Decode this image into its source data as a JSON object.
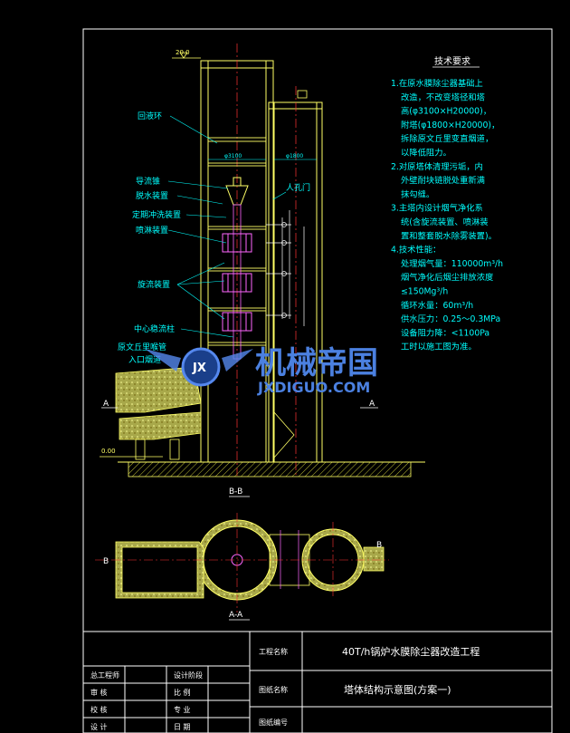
{
  "tech": {
    "title": "技术要求",
    "lines": [
      "1.在原水膜除尘器基础上",
      "改造，不改变塔径和塔",
      "高(φ3100×H20000)，",
      "附塔(φ1800×H20000)，",
      "拆除原文丘里变直烟道，",
      "以降低阻力。",
      "2.对原塔体清理污垢，内",
      "外壁耐块链脱处重新满",
      "抹勾缝。",
      "3.主塔内设计烟气净化系",
      "统(含旋流装置、喷淋装",
      "置和整套脱水除雾装置)。",
      "4.技术性能：",
      "处理烟气量：110000m³/h",
      "烟气净化后烟尘排放浓度",
      "≤150Mg³/h",
      "循环水量：60m³/h",
      "供水压力：0.25～0.3MPa",
      "设备阻力降：<1100Pa",
      "工时以施工图为准。"
    ]
  },
  "labels": {
    "return_ring": "回液环",
    "guide_cone": "导流锥",
    "dewater": "脱水装置",
    "rinse": "定期冲洗装置",
    "spray": "喷淋装置",
    "swirl": "旋流装置",
    "center_column": "中心稳流柱",
    "venturi": "原文丘里喉管",
    "inlet_flue": "入口烟道",
    "manhole": "人孔门",
    "elev_top": "20.0",
    "elev_bottom": "0.00",
    "dia_main": "φ3100",
    "dia_aux": "φ1800",
    "sec_a": "A",
    "sec_b": "B",
    "section_bb": "B-B",
    "section_aa": "A-A"
  },
  "watermark": {
    "cn": "机械帝国",
    "en": "JXDIGUO.COM",
    "logo": "JX"
  },
  "title_block": {
    "project_label": "工程名称",
    "project": "40T/h锅炉水膜除尘器改造工程",
    "drawing_label": "图纸名称",
    "drawing": "塔体结构示意图(方案一)",
    "number_label": "图纸编号",
    "roles": [
      "总工程师",
      "设计阶段",
      "审 核",
      "比 例",
      "校 核",
      "专 业",
      "设 计",
      "日 期"
    ]
  },
  "colors": {
    "background": "#000000",
    "frame": "#ffffff",
    "structure": "#ffff66",
    "text_cyan": "#00ffff",
    "center_line": "#ff3333",
    "equipment": "#ff66ff",
    "hatch": "#cccc33",
    "watermark": "#3a6fd0"
  }
}
